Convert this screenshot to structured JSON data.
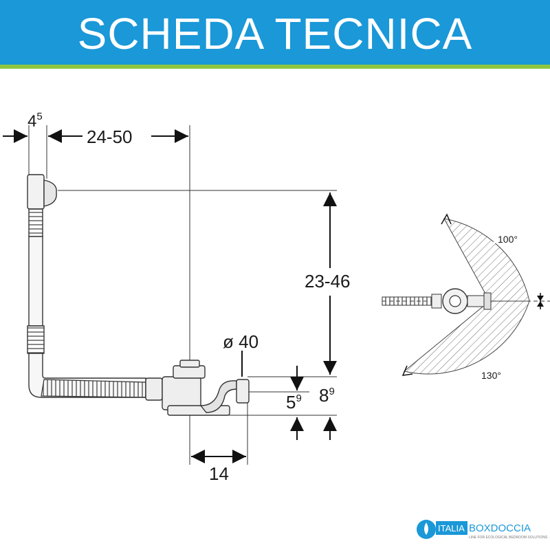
{
  "header": {
    "title": "SCHEDA TECNICA",
    "bg_color": "#1a98d8",
    "accent_color": "#8fc640"
  },
  "dimensions": {
    "overflow_depth": "4",
    "overflow_depth_sup": "5",
    "horizontal_reach": "24-50",
    "vertical_height": "23-46",
    "drain_diameter": "ø 40",
    "trap_height": "5",
    "trap_height_sup": "9",
    "total_height": "8",
    "total_height_sup": "9",
    "outlet_offset": "14"
  },
  "rotation": {
    "angle_upper": "100°",
    "angle_lower": "130°"
  },
  "logo": {
    "brand_left": "ITALIA",
    "brand_right": "BOXDOCCIA",
    "tagline": "LINE FOR ECOLOGICAL BEDROOM SOLUTIONS"
  }
}
